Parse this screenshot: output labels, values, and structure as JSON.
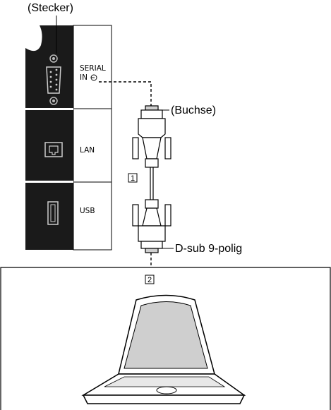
{
  "labels": {
    "stecker": "(Stecker)",
    "buchse": "(Buchse)",
    "dsub": "D-sub 9-polig",
    "serial_line1": "SERIAL",
    "serial_line2": "IN",
    "lan": "LAN",
    "usb": "USB",
    "num1": "1",
    "num2": "2"
  },
  "icons": {
    "serial_in": "circle-arrow-in-icon",
    "lan_port": "lan-port-icon",
    "usb_port": "usb-port-icon",
    "serial_port": "d-sub-port-icon",
    "laptop": "laptop-icon"
  },
  "colors": {
    "panel_dark": "#1a1a1a",
    "line": "#000000",
    "gray_connector": "#cfcfcf"
  }
}
